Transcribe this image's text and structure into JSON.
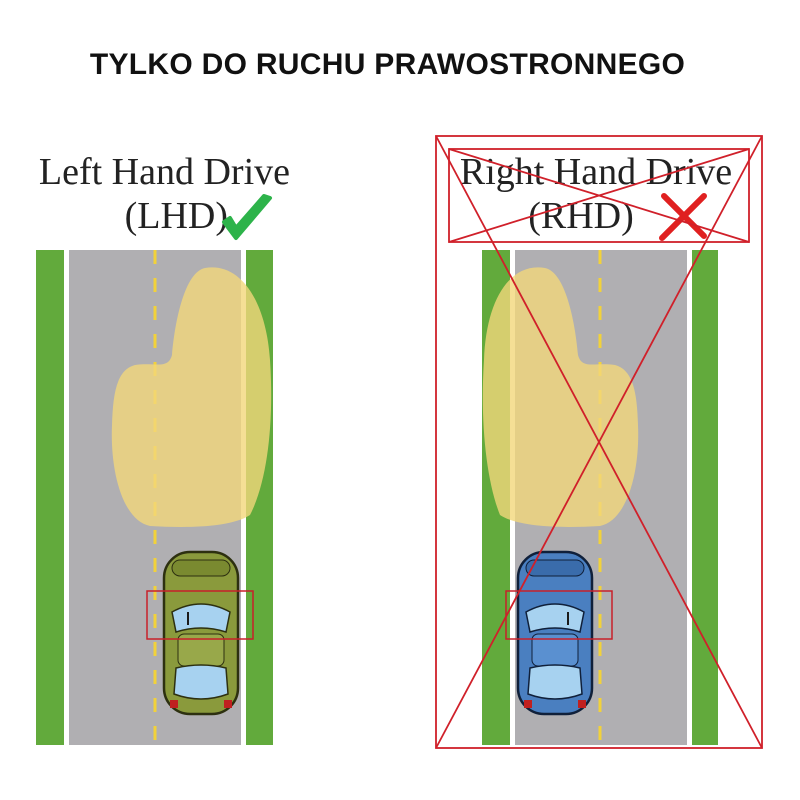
{
  "title": "TYLKO DO RUCHU PRAWOSTRONNEGO",
  "panels": {
    "left": {
      "label_line1": "Left Hand Drive",
      "label_line2": "(LHD)",
      "status_icon": "checkmark-icon",
      "status_color": "#2db34a",
      "car_color": "#8a9a3c",
      "status": "allowed"
    },
    "right": {
      "label_line1": "Right Hand Drive",
      "label_line2": "(RHD)",
      "status_icon": "cross-icon",
      "status_color": "#e02020",
      "car_color": "#4a7fc0",
      "status": "crossed-out"
    }
  },
  "colors": {
    "grass": "#62aa3c",
    "road": "#b0afb2",
    "lane_marking": "#f2d23a",
    "headlight_beam": "#f3d77a",
    "crossout": "#d0202a"
  }
}
